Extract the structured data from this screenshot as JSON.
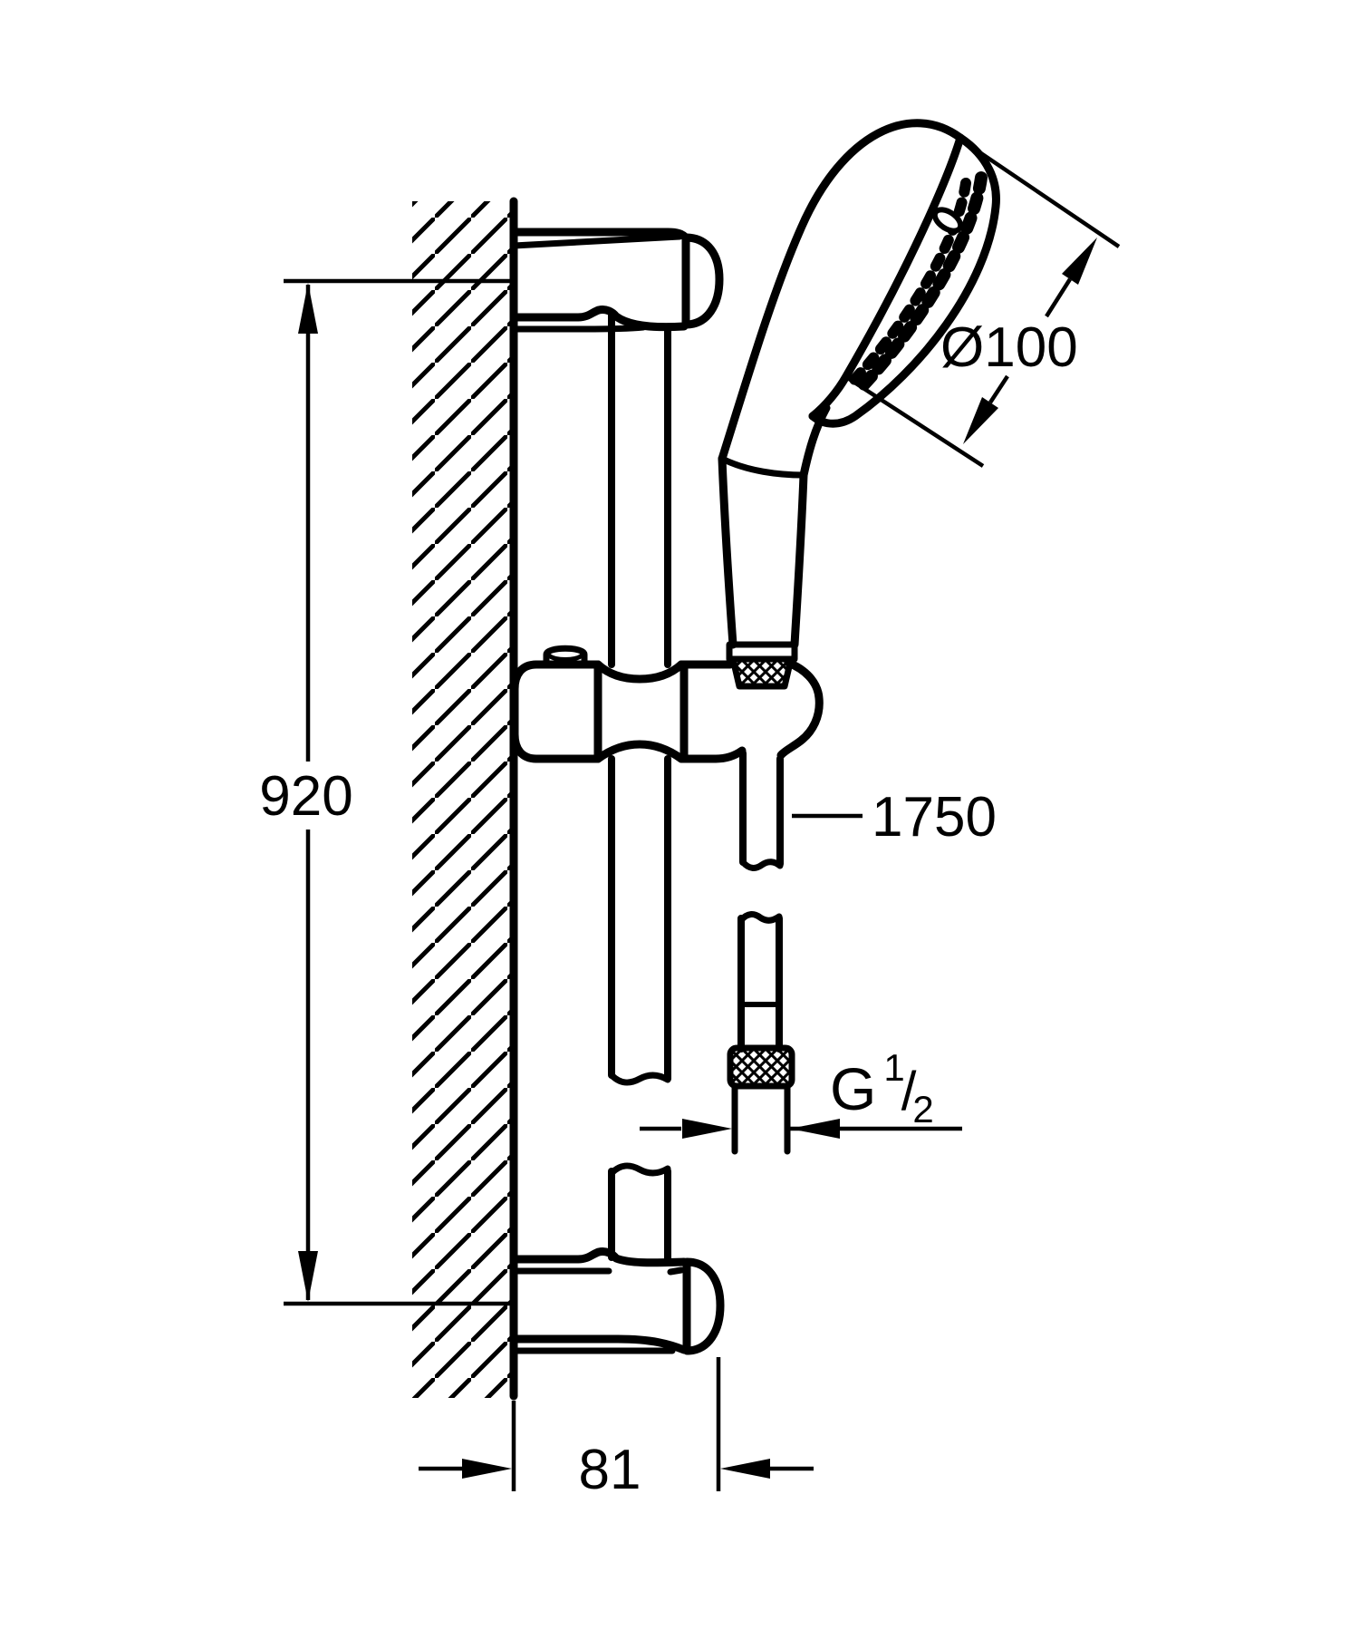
{
  "drawing": {
    "kind": "technical-dimension-drawing",
    "colors": {
      "line": "#000000",
      "background": "#ffffff"
    },
    "dimensions": {
      "overall_height": "920",
      "head_diameter": "Ø100",
      "hose_length": "1750",
      "wall_clearance": "81",
      "thread": {
        "letter": "G",
        "numerator": "1",
        "slash": "/",
        "denominator": "2"
      }
    }
  }
}
